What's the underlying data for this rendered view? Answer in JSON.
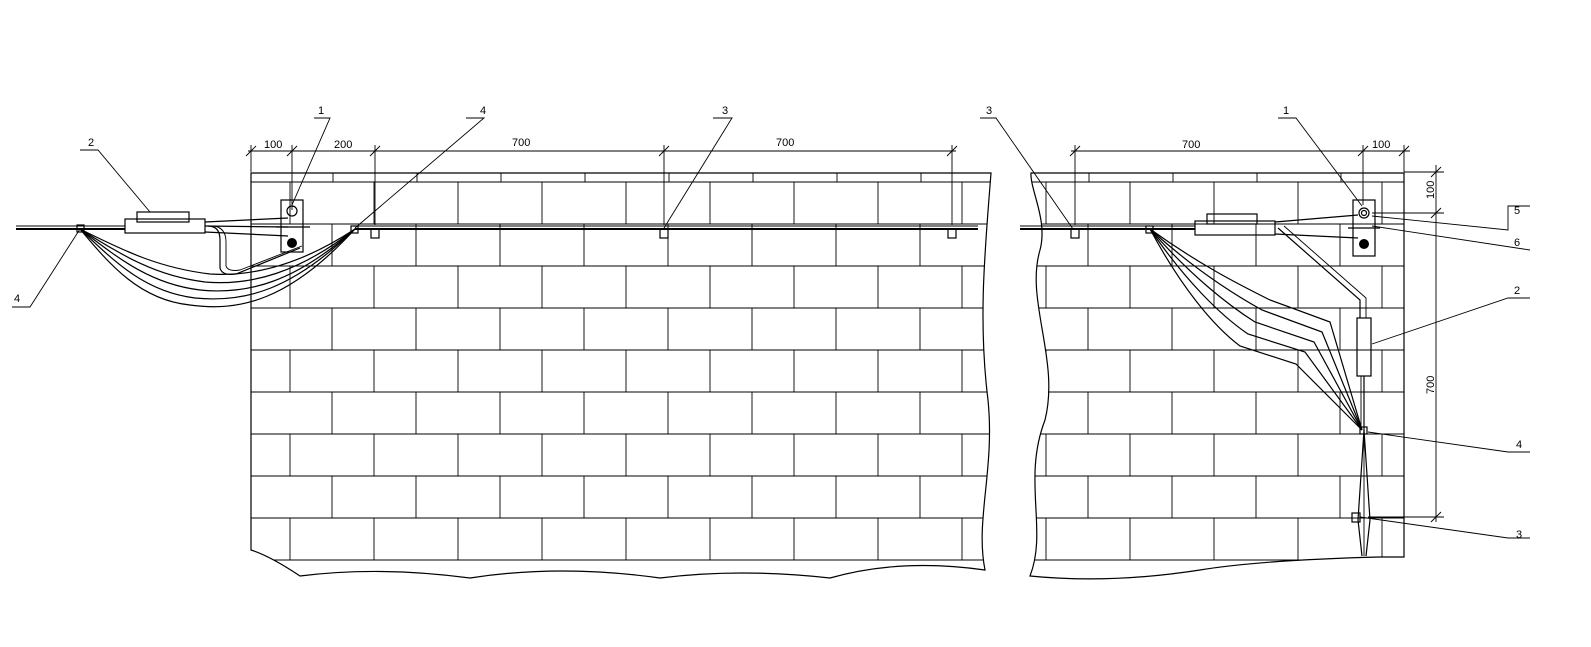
{
  "dimensions": {
    "left": [
      "100",
      "200",
      "700",
      "700"
    ],
    "right": [
      "700",
      "100"
    ],
    "vertical": [
      "100",
      "700"
    ]
  },
  "callouts": {
    "left": [
      "1",
      "2",
      "4",
      "3",
      "4"
    ],
    "right": [
      "3",
      "1",
      "5",
      "6",
      "2",
      "4",
      "3"
    ]
  }
}
